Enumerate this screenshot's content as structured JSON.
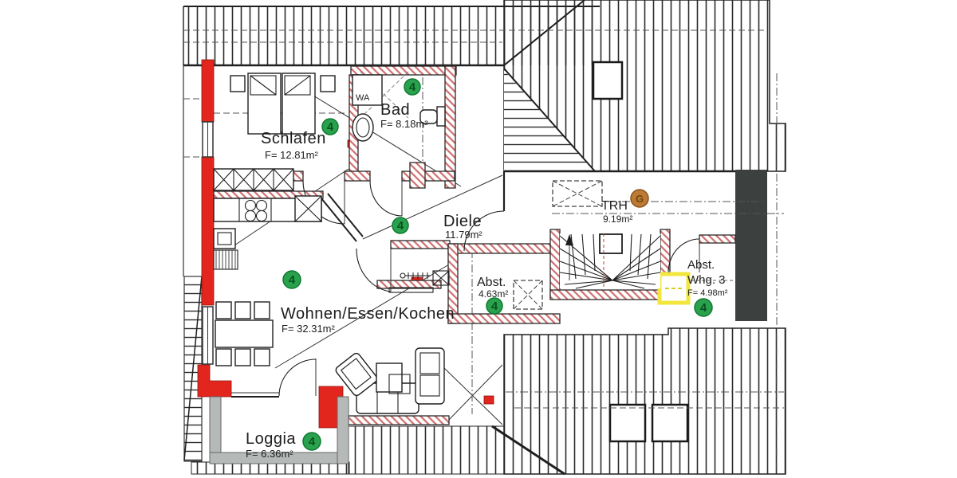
{
  "plan": {
    "rooms": {
      "schlafen": {
        "name": "Schlafen",
        "area": "F= 12.81m²",
        "marker": "4"
      },
      "bad": {
        "name": "Bad",
        "area": "F= 8.18m²",
        "marker": "4"
      },
      "diele": {
        "name": "Diele",
        "area": "11.79m²",
        "marker": "4"
      },
      "wohnen_essen_kochen": {
        "name": "Wohnen/Essen/Kochen",
        "area": "F= 32.31m²",
        "marker": "4"
      },
      "loggia": {
        "name": "Loggia",
        "area": "F= 6.36m²",
        "marker": "4"
      },
      "abstellraum": {
        "name": "Abst.",
        "area": "4.63m²",
        "marker": "4"
      },
      "treppenhaus": {
        "name": "TRH",
        "area": "9.19m²",
        "marker": "G"
      },
      "abstellraum_whg3": {
        "name": "Abst.",
        "name2": "Whg. 3",
        "area": "F= 4.98m²",
        "marker": "4"
      }
    },
    "appliances": {
      "washing_machine": "WA"
    },
    "colors": {
      "wall_red": "#e2261d",
      "marker_green": "#2aa24d",
      "marker_brown": "#bd7a33",
      "highlight_yellow": "#f2e63c",
      "chimney_gray": "#3c4140",
      "parapet_gray": "#b5bab8",
      "wall_hatch_pink": "#cf6f6f"
    }
  }
}
